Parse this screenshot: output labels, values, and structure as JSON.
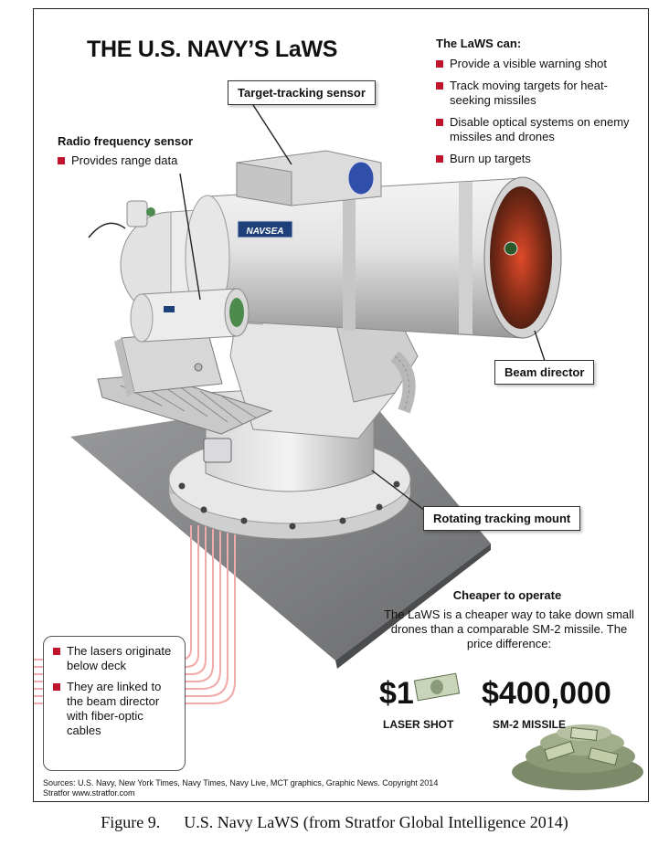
{
  "title": "THE U.S. NAVY’S LaWS",
  "capabilities": {
    "heading": "The LaWS can:",
    "items": [
      "Provide a visible warning shot",
      "Track moving targets for heat-seeking missiles",
      "Disable optical systems on enemy missiles and drones",
      "Burn up targets"
    ]
  },
  "callouts": {
    "target_tracking": "Target-tracking sensor",
    "radio_sensor_heading": "Radio frequency sensor",
    "radio_sensor_item": "Provides range data",
    "beam_director": "Beam director",
    "rotating_mount": "Rotating tracking mount"
  },
  "navsea_badge": "NAVSEA",
  "cost": {
    "heading": "Cheaper to operate",
    "body": "The LaWS is a cheaper way to take down small drones than a comparable SM-2 missile. The price difference:",
    "laser_price": "$1",
    "laser_label": "LASER SHOT",
    "missile_price": "$400,000",
    "missile_label": "SM-2 MISSILE"
  },
  "deck_notes": [
    "The lasers originate below deck",
    "They are linked to the beam director with fiber-optic cables"
  ],
  "sources": "Sources: U.S. Navy, New York Times, Navy Times, Navy Live, MCT graphics, Graphic News.  Copyright 2014 Stratfor www.stratfor.com",
  "caption": {
    "figure": "Figure 9.",
    "text": "U.S. Navy LaWS (from Stratfor Global Intelligence 2014)"
  },
  "colors": {
    "bullet": "#c0132e",
    "fiber": "#f1a9a9",
    "platform": "#7d7e80"
  }
}
